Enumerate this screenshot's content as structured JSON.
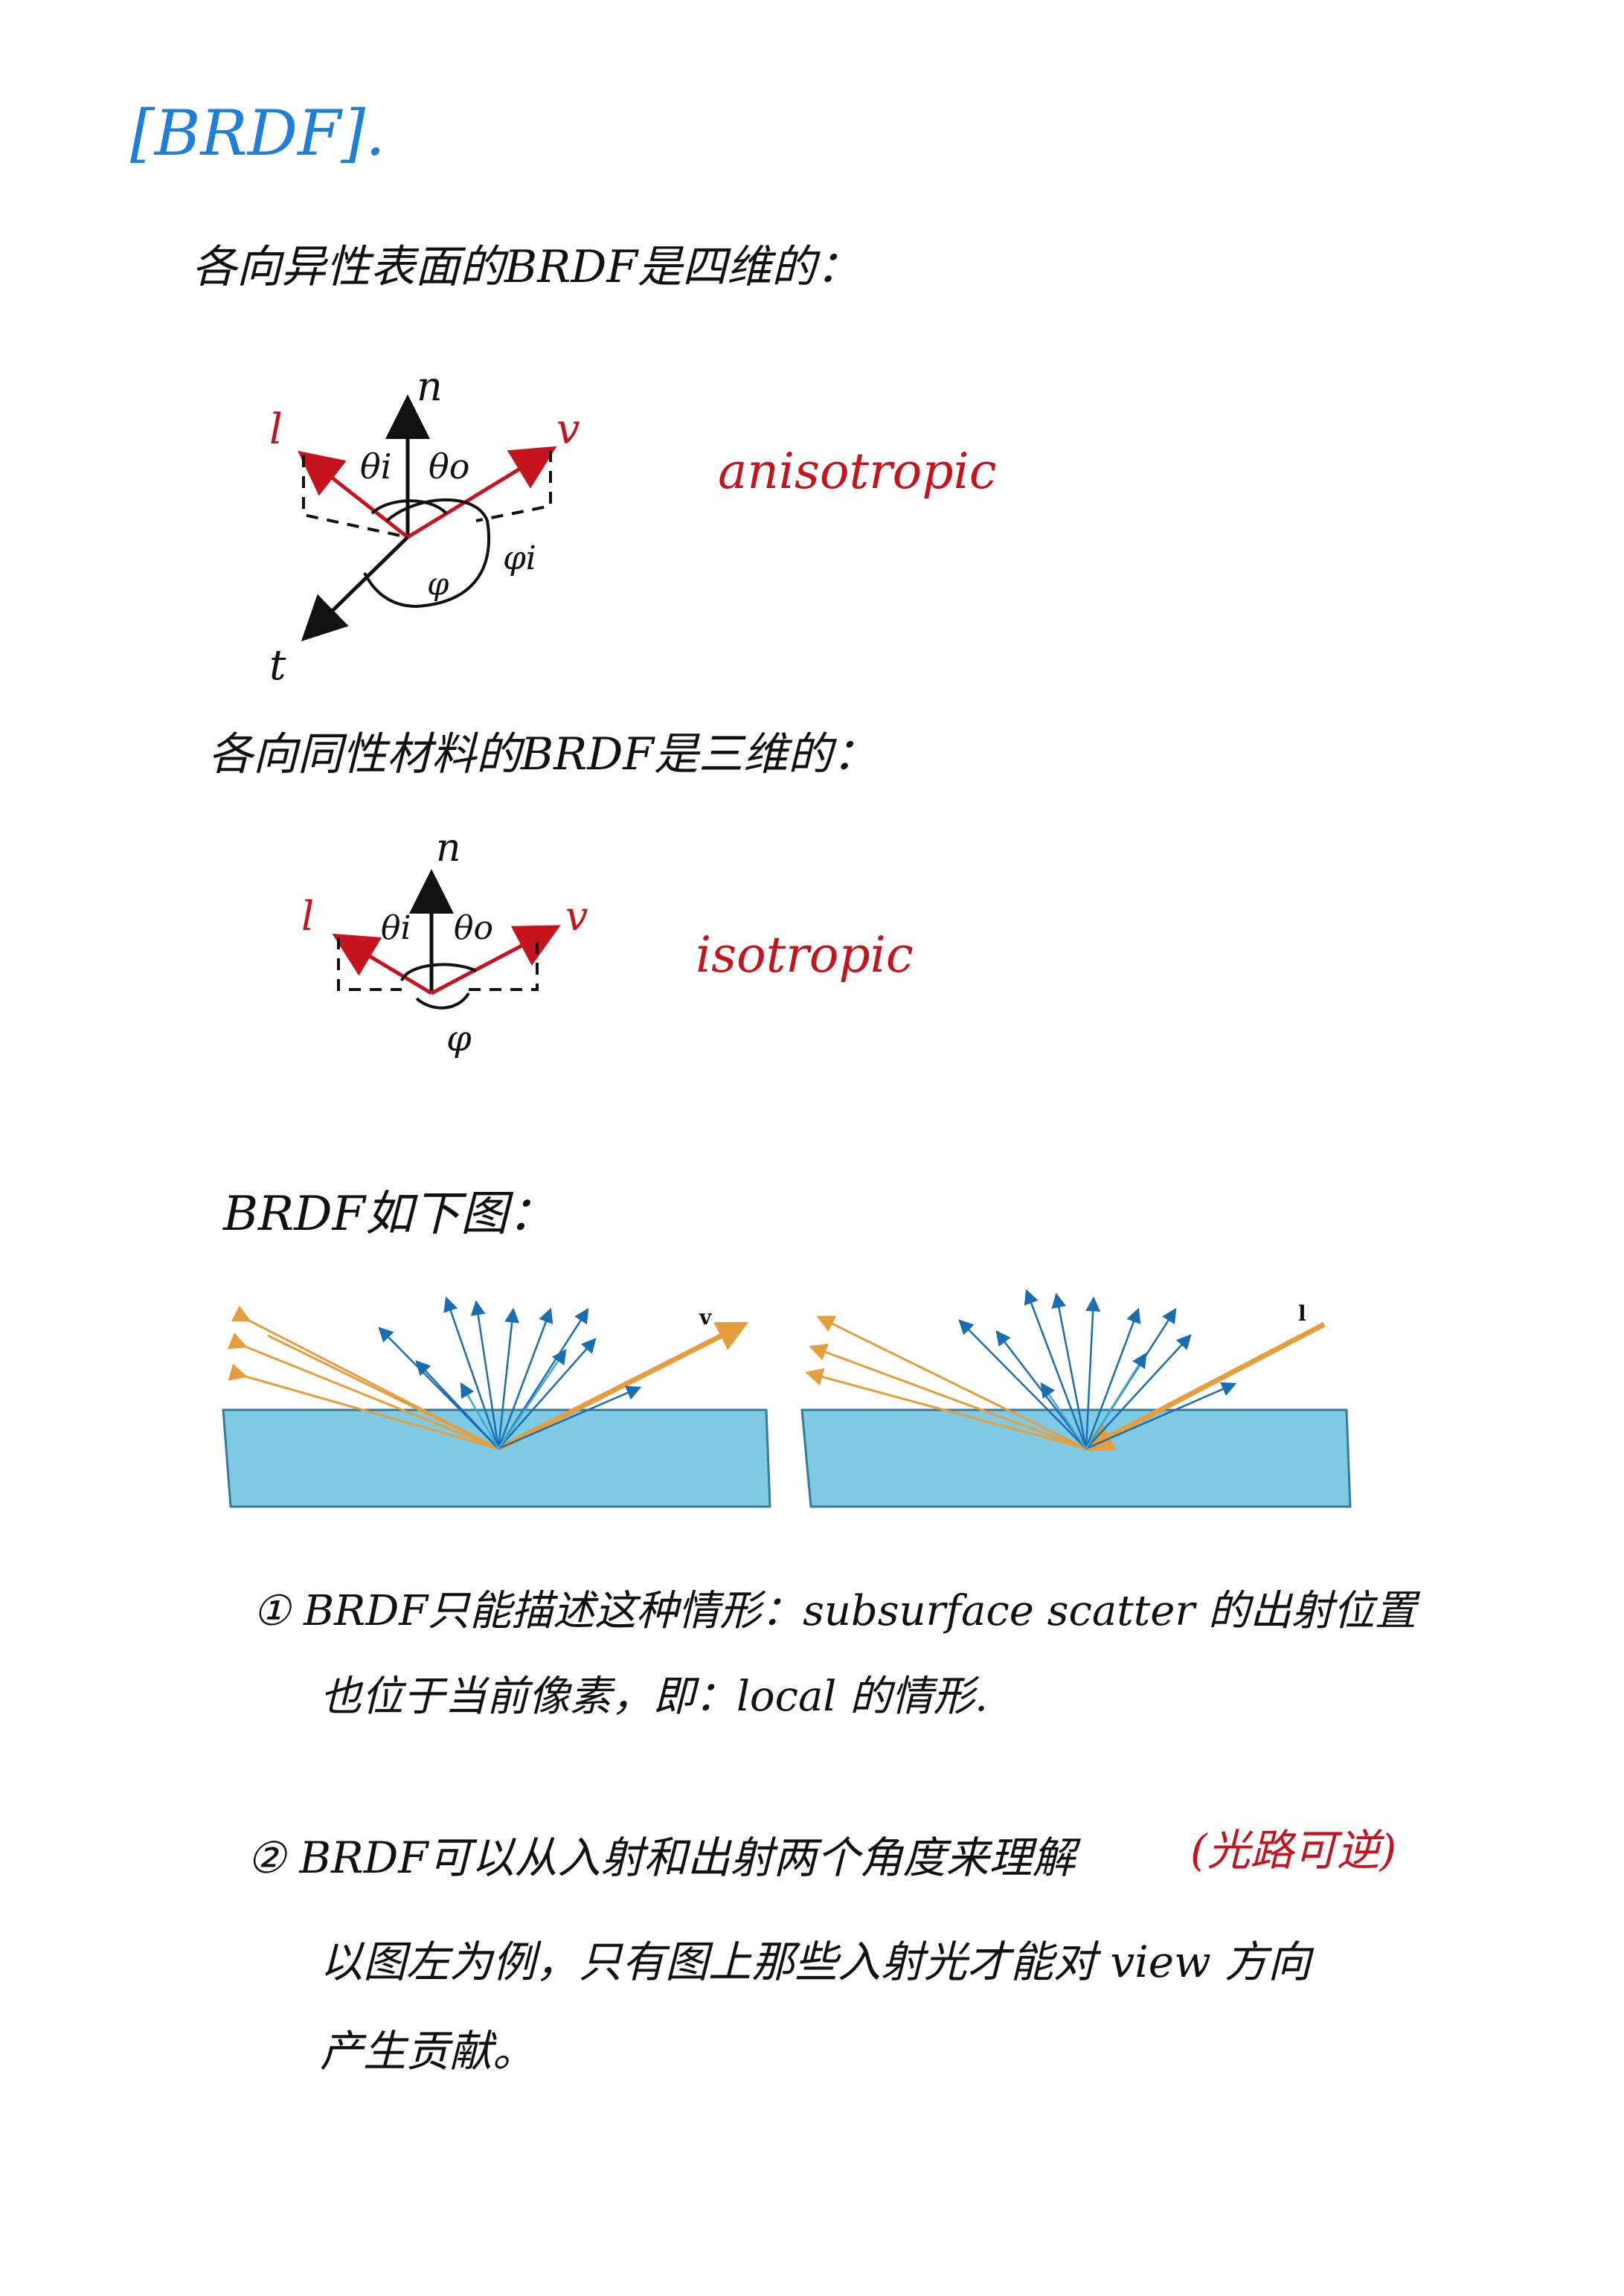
{
  "page": {
    "title": "[BRDF].",
    "anisotropic_heading": "各向异性表面的BRDF是四维的：",
    "isotropic_heading": "各向同性材料的BRDF是三维的：",
    "brdf_figure_heading": "BRDF如下图：",
    "item1_line1": "① BRDF只能描述这种情形：subsurface scatter 的出射位置",
    "item1_line2": "也位于当前像素，即：local 的情形.",
    "item2_line1": "② BRDF可以从入射和出射两个角度来理解",
    "item2_note": "(光路可逆)",
    "item2_line2": "以图左为例，只有图上那些入射光才能对 view 方向",
    "item2_line3": "产生贡献。"
  },
  "diagram1": {
    "n": "n",
    "l": "l",
    "v": "v",
    "t": "t",
    "theta_i": "θi",
    "theta_o": "θo",
    "phi_i": "φi",
    "phi": "φ",
    "label": "anisotropic"
  },
  "diagram2": {
    "n": "n",
    "l": "l",
    "v": "v",
    "theta_i": "θi",
    "theta_o": "θo",
    "phi": "φ",
    "label": "isotropic"
  },
  "figure": {
    "left_label": "v",
    "right_label": "l"
  },
  "colors": {
    "heading_blue": "#1d7fd8",
    "ink_red": "#c6141e",
    "surface": "#7ecae4",
    "ray_orange": "#e69d3c",
    "ray_blue": "#1a6db0"
  }
}
